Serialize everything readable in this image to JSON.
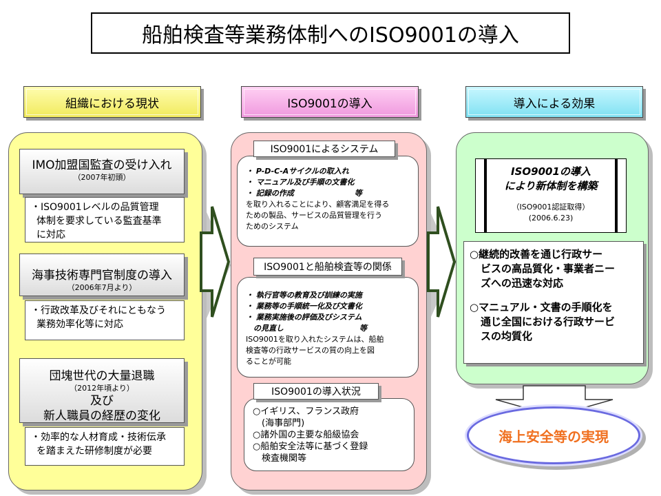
{
  "title": "船舶検査等業務体制へのISO9001の導入",
  "headers": [
    "組織における現状",
    "ISO9001の導入",
    "導入による効果"
  ],
  "left": {
    "blocks": [
      {
        "heading": "IMO加盟国監査の受け入れ",
        "sub": "（2007年初頭）",
        "body": [
          "・ISO9001レベルの品質管理",
          "体制を要求している監査基準",
          "に対応"
        ]
      },
      {
        "heading": "海事技術専門官制度の導入",
        "sub": "（2006年7月より）",
        "body": [
          "・行政改革及びそれにともなう",
          "業務効率化等に対応"
        ]
      },
      {
        "heading": "団塊世代の大量退職",
        "sub": "（2012年頃より）",
        "heading2": "及び",
        "heading3": "新人職員の経歴の変化",
        "body": [
          "・効率的な人材育成・技術伝承",
          "を踏まえた研修制度が必要"
        ]
      }
    ]
  },
  "middle": {
    "sections": [
      {
        "header": "ISO9001によるシステム",
        "bullets": [
          "・ P-D-C-Aサイクルの取入れ",
          "・ マニュアル及び手順の文書化",
          "・ 記録の作成　　　　　　　　等"
        ],
        "text": [
          "を取り入れることにより、顧客満足を得る",
          "ための製品、サービスの品質管理を行う",
          "ためのシステム"
        ]
      },
      {
        "header": "ISO9001と船舶検査等の関係",
        "bullets": [
          "・ 執行官等の教育及び訓練の実施",
          "・ 業務等の手順統一化及び文書化",
          "・ 業務実施後の評価及びシステム",
          "　の見直し　　　　　　　　　　等"
        ],
        "text": [
          "ISO9001を取り入れたシステムは、船舶",
          "検査等の行政サービスの質の向上を図",
          "ることが可能"
        ]
      },
      {
        "header": "ISO9001の導入状況",
        "text": [
          "○イギリス、フランス政府",
          "　(海事部門)",
          "○諸外国の主要な船級協会",
          "○船舶安全法等に基づく登録",
          "　検査機関等"
        ]
      }
    ]
  },
  "right": {
    "frame_title1": "ISO9001の導入",
    "frame_title2": "により新体制を構築",
    "frame_sub1": "（ISO9001認証取得）",
    "frame_sub2": "(2006.6.23)",
    "effects": [
      "○継続的改善を通じ行政サー",
      "ビスの高品質化・事業者ニー",
      "ズへの迅速な対応",
      "○マニュアル・文書の手順化を",
      "通じ全国における行政サービ",
      "スの均質化"
    ],
    "result": "海上安全等の実現"
  },
  "colors": {
    "left_panel": "#ffff99",
    "middle_panel": "#ffd2d2",
    "right_panel": "#ccffcc",
    "result_text": "#f07020",
    "arrow": "#2f4f1f"
  }
}
